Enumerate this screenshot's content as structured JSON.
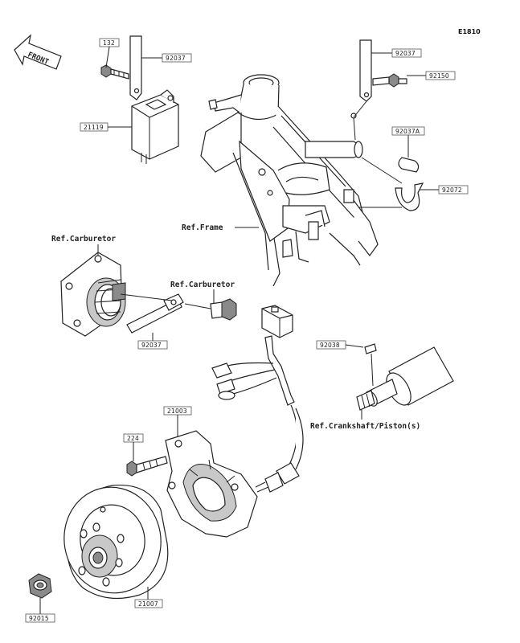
{
  "diagram_code": "E1810",
  "front_label": "FRONT",
  "callouts": {
    "p132": "132",
    "p92037_top_left": "92037",
    "p21119": "21119",
    "p92037_top_right": "92037",
    "p92150": "92150",
    "p92037A": "92037A",
    "p92072": "92072",
    "p92037_mid": "92037",
    "p92038": "92038",
    "p21003": "21003",
    "p224": "224",
    "p21007": "21007",
    "p92015": "92015"
  },
  "references": {
    "frame": "Ref.Frame",
    "carburetor_left": "Ref.Carburetor",
    "carburetor_right": "Ref.Carburetor",
    "crankshaft": "Ref.Crankshaft/Piston(s)"
  }
}
